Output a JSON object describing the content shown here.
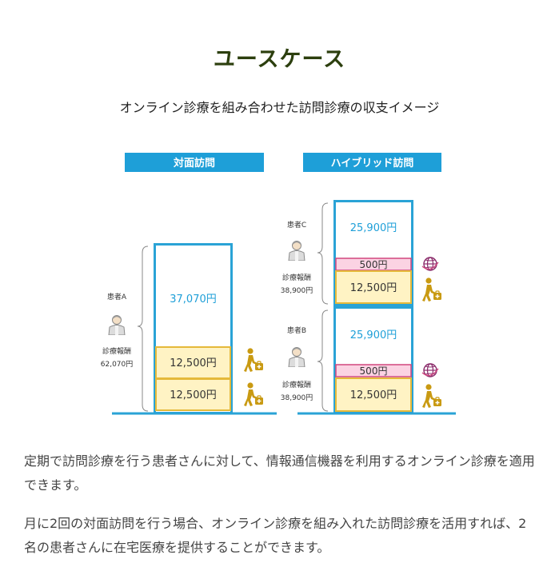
{
  "title": "ユースケース",
  "subtitle": "オンライン診療を組み合わせた訪問診療の収支イメージ",
  "colors": {
    "accent_blue": "#1e9fd8",
    "box_border": "#2aa3d6",
    "yellow_fill": "#fff3c4",
    "yellow_border": "#e5b93a",
    "pink_fill": "#fbd3e3",
    "pink_border": "#d2467e",
    "amount_blue": "#1e9fd8",
    "gold_icon": "#c99a12"
  },
  "left": {
    "header": "対面訪問",
    "patient_label": "患者A",
    "fee_label": "診療報酬",
    "fee_value": "62,070円",
    "main_amount": "37,070円",
    "visit1": "12,500円",
    "visit2": "12,500円"
  },
  "right": {
    "header": "ハイブリッド訪問",
    "upper": {
      "patient_label": "患者C",
      "fee_label": "診療報酬",
      "fee_value": "38,900円",
      "main_amount": "25,900円",
      "online_amount": "500円",
      "visit_amount": "12,500円"
    },
    "lower": {
      "patient_label": "患者B",
      "fee_label": "診療報酬",
      "fee_value": "38,900円",
      "main_amount": "25,900円",
      "online_amount": "500円",
      "visit_amount": "12,500円"
    }
  },
  "icons": {
    "patient": "elderly-person-icon",
    "doctor": "doctor-walking-icon",
    "online": "globe-network-icon"
  },
  "paragraphs": [
    "定期で訪問診療を行う患者さんに対して、情報通信機器を利用するオンライン診療を適用できます。",
    "月に2回の対面訪問を行う場合、オンライン診療を組み入れた訪問診療を活用すれば、2名の患者さんに在宅医療を提供することができます。"
  ]
}
